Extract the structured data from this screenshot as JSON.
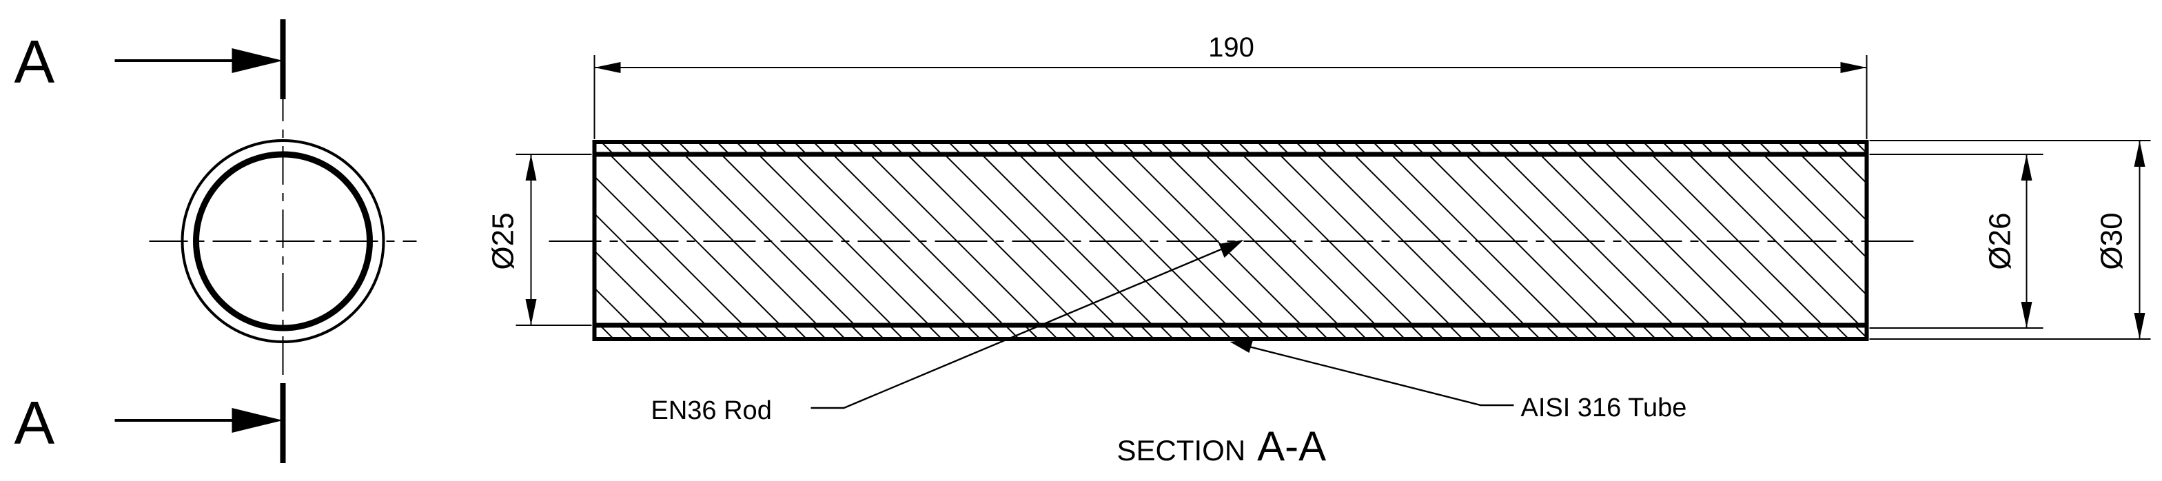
{
  "section_markers": {
    "top_letter": "A",
    "bottom_letter": "A"
  },
  "dimensions": {
    "length": "190",
    "rod_diameter": "Ø25",
    "tube_inner_diameter": "Ø26",
    "tube_outer_diameter": "Ø30"
  },
  "labels": {
    "rod": "EN36 Rod",
    "tube": "AISI 316 Tube"
  },
  "section_title": {
    "prefix": "SECTION",
    "name": "A-A"
  },
  "colors": {
    "line": "#000000",
    "background": "#ffffff"
  }
}
